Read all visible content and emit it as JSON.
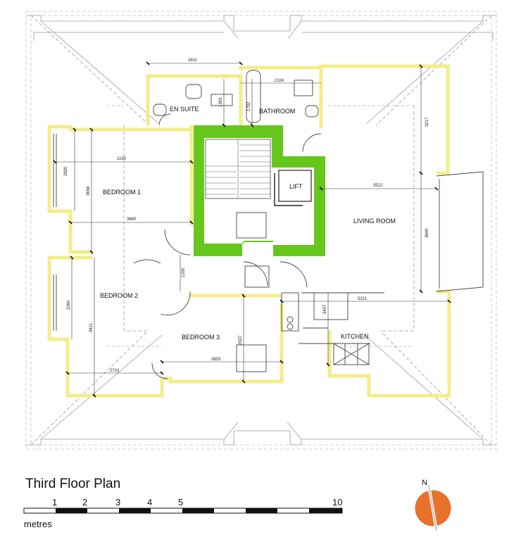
{
  "plan": {
    "title": "Third Floor Plan",
    "rooms": {
      "en_suite": "EN SUITE",
      "bathroom": "BATHROOM",
      "bedroom_1": "BEDROOM 1",
      "bedroom_2": "BEDROOM 2",
      "bedroom_3": "BEDROOM 3",
      "lift": "LIFT",
      "living_room": "LIVING ROOM",
      "kitchen": "KITCHEN"
    },
    "dimensions": {
      "en_suite_width": "2811",
      "en_suite_depth": "1393",
      "bathroom_width": "2116",
      "bathroom_depth": "1792",
      "bedroom_1_width": "1180",
      "bedroom_1_bay": "2690",
      "bedroom_1_depth": "3656",
      "bedroom_1_inner": "3660",
      "hall_depth": "1200",
      "bedroom_2_bay": "2260",
      "bedroom_2_depth": "4421",
      "bedroom_2_width": "2710",
      "bedroom_3_depth": "2537",
      "bedroom_3_width": "3803",
      "living_width_top": "3522",
      "living_depth_top": "3217",
      "living_depth": "3640",
      "living_kitchen_width": "5221",
      "kitchen_depth": "3457"
    },
    "scale": {
      "unit_label": "metres",
      "tick_labels": [
        "1",
        "2",
        "3",
        "4",
        "5",
        "10"
      ]
    },
    "north_label": "N",
    "colors": {
      "external_wall": "#f3ec8a",
      "core_wall": "#67c61b",
      "roof_outline": "#9a9a9a",
      "north_disc": "#e9722a"
    }
  }
}
